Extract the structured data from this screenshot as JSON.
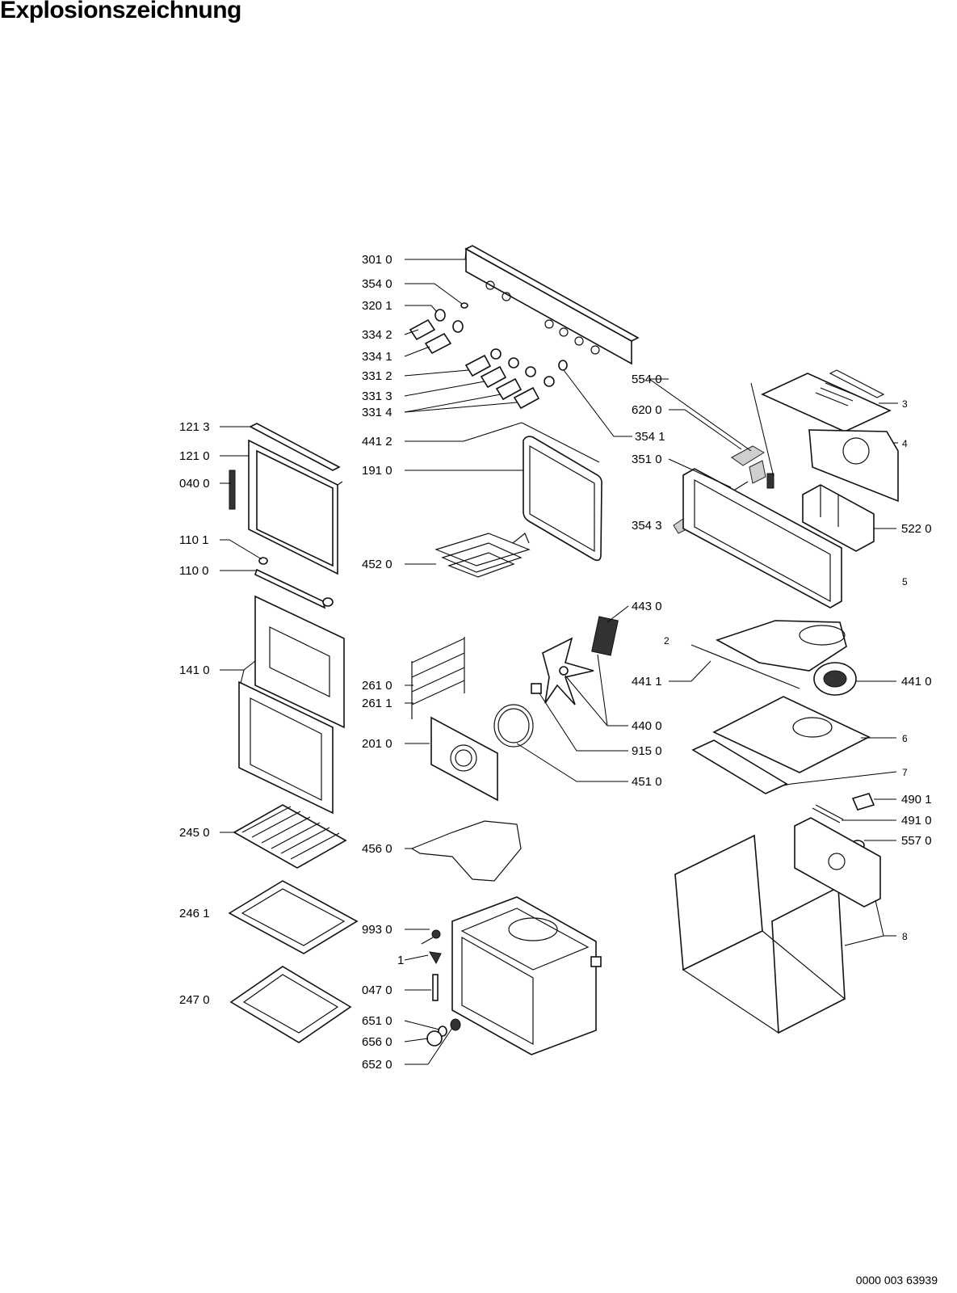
{
  "title": "Explosionszeichnung",
  "document_number": "0000 003 63939",
  "callouts": [
    {
      "id": "c-3010",
      "text": "301 0"
    },
    {
      "id": "c-3540",
      "text": "354 0"
    },
    {
      "id": "c-3201",
      "text": "320 1"
    },
    {
      "id": "c-3342",
      "text": "334 2"
    },
    {
      "id": "c-3341",
      "text": "334 1"
    },
    {
      "id": "c-3312",
      "text": "331 2"
    },
    {
      "id": "c-3313",
      "text": "331 3"
    },
    {
      "id": "c-3314",
      "text": "331 4"
    },
    {
      "id": "c-1213",
      "text": "121 3"
    },
    {
      "id": "c-1210",
      "text": "121 0"
    },
    {
      "id": "c-0400",
      "text": "040 0"
    },
    {
      "id": "c-4412",
      "text": "441 2"
    },
    {
      "id": "c-1910",
      "text": "191 0"
    },
    {
      "id": "c-1101",
      "text": "110 1"
    },
    {
      "id": "c-1100",
      "text": "110 0"
    },
    {
      "id": "c-4520",
      "text": "452 0"
    },
    {
      "id": "c-1410",
      "text": "141 0"
    },
    {
      "id": "c-2610",
      "text": "261 0"
    },
    {
      "id": "c-2611",
      "text": "261 1"
    },
    {
      "id": "c-2010",
      "text": "201 0"
    },
    {
      "id": "c-2450",
      "text": "245 0"
    },
    {
      "id": "c-4560",
      "text": "456 0"
    },
    {
      "id": "c-2461",
      "text": "246 1"
    },
    {
      "id": "c-9930",
      "text": "993 0"
    },
    {
      "id": "c-1",
      "text": "1"
    },
    {
      "id": "c-0470",
      "text": "047 0"
    },
    {
      "id": "c-2470",
      "text": "247 0"
    },
    {
      "id": "c-6510",
      "text": "651 0"
    },
    {
      "id": "c-6560",
      "text": "656 0"
    },
    {
      "id": "c-6520",
      "text": "652 0"
    },
    {
      "id": "c-5540",
      "text": "554 0"
    },
    {
      "id": "c-6200",
      "text": "620 0"
    },
    {
      "id": "c-3541",
      "text": "354 1"
    },
    {
      "id": "c-3510",
      "text": "351 0"
    },
    {
      "id": "c-3543",
      "text": "354 3"
    },
    {
      "id": "c-5220",
      "text": "522 0"
    },
    {
      "id": "c-3",
      "text": "3"
    },
    {
      "id": "c-4",
      "text": "4"
    },
    {
      "id": "c-5",
      "text": "5"
    },
    {
      "id": "c-4430",
      "text": "443 0"
    },
    {
      "id": "c-2",
      "text": "2"
    },
    {
      "id": "c-4411",
      "text": "441 1"
    },
    {
      "id": "c-4410",
      "text": "441 0"
    },
    {
      "id": "c-4400",
      "text": "440 0"
    },
    {
      "id": "c-9150",
      "text": "915 0"
    },
    {
      "id": "c-4510",
      "text": "451 0"
    },
    {
      "id": "c-6",
      "text": "6"
    },
    {
      "id": "c-7",
      "text": "7"
    },
    {
      "id": "c-4901",
      "text": "490 1"
    },
    {
      "id": "c-4910",
      "text": "491 0"
    },
    {
      "id": "c-5570",
      "text": "557 0"
    },
    {
      "id": "c-8",
      "text": "8"
    }
  ]
}
